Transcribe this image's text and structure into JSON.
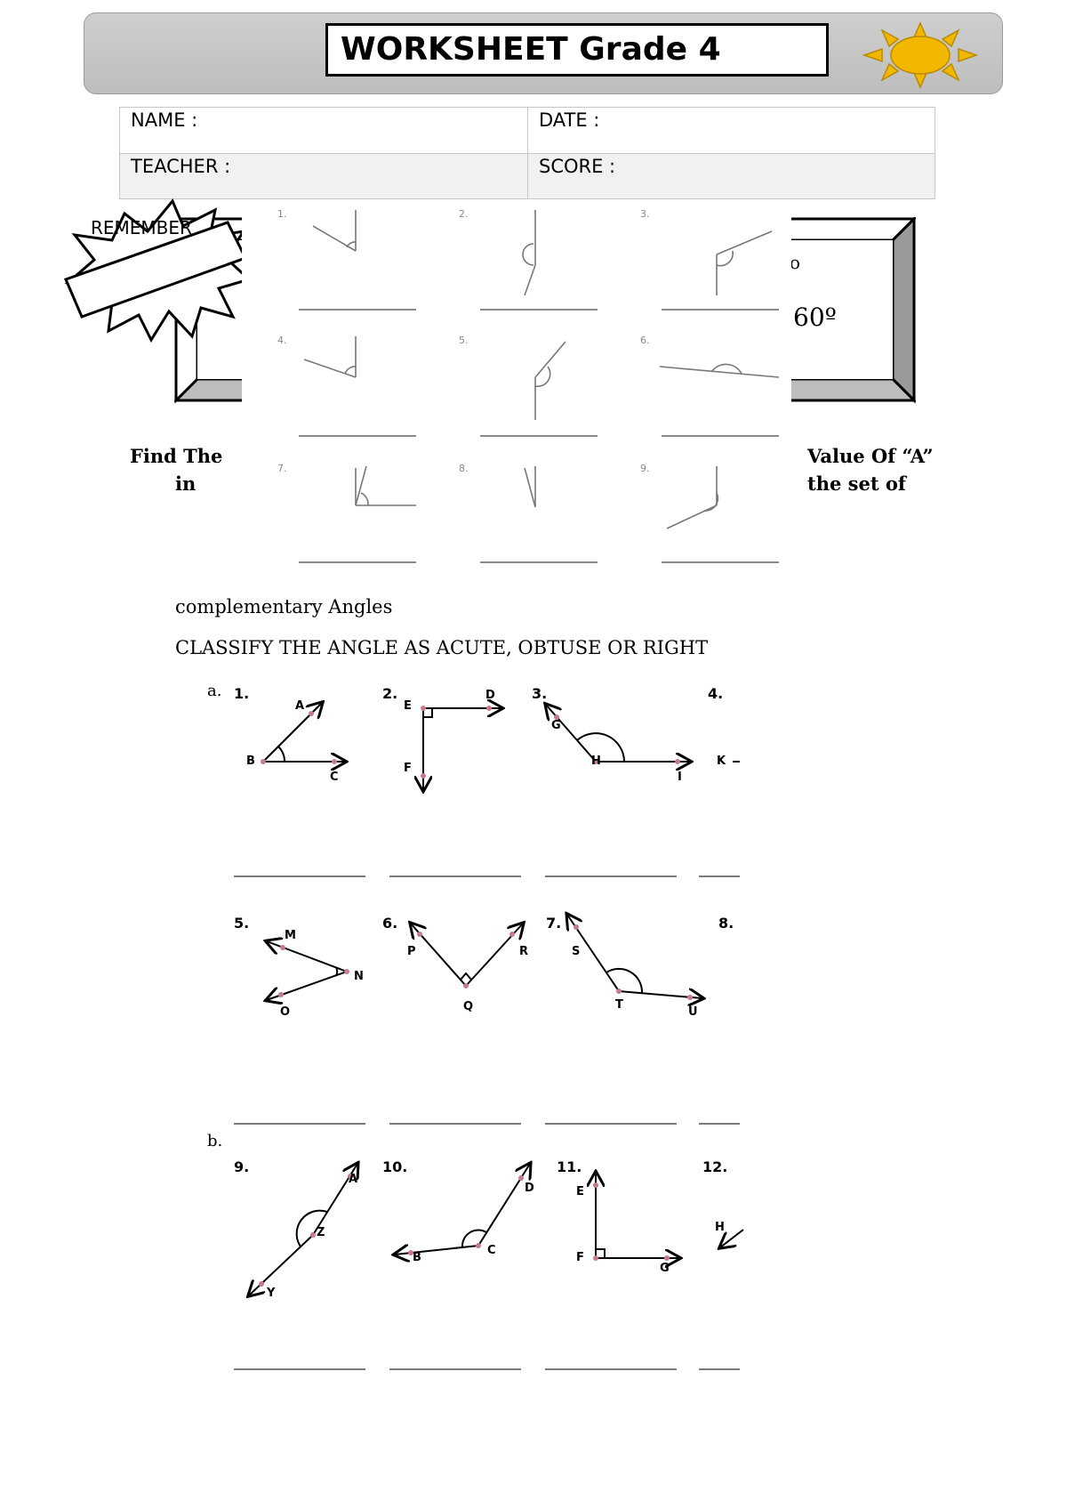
{
  "header": {
    "title": "WORKSHEET Grade 4",
    "sun_icon": "sun-icon",
    "sun_color": "#f2b800"
  },
  "info": {
    "name_label": "NAME :",
    "date_label": "DATE :",
    "teacher_label": "TEACHER :",
    "score_label": "SCORE :"
  },
  "remember": {
    "badge_text": "REMEMBER",
    "frame_degree_top": "o",
    "frame_degree_value": "60º"
  },
  "find_text": {
    "left_line1": "Find The",
    "left_line2": "in",
    "right_line1": "Value Of “A”",
    "right_line2": "the set of"
  },
  "overlay_grid": {
    "numbers": [
      "1.",
      "2.",
      "3.",
      "4.",
      "5.",
      "6.",
      "7.",
      "8.",
      "9."
    ]
  },
  "body_text": {
    "complementary": "complementary Angles",
    "instruction": "CLASSIFY THE ANGLE AS ACUTE, OBTUSE OR RIGHT"
  },
  "section_a": {
    "marker": "a.",
    "numbers": [
      "1.",
      "2.",
      "3.",
      "4.",
      "5.",
      "6.",
      "7.",
      "8."
    ],
    "labels": {
      "q1": [
        "A",
        "B",
        "C"
      ],
      "q2": [
        "E",
        "D",
        "F"
      ],
      "q3": [
        "G",
        "H",
        "I"
      ],
      "q4": [
        "K"
      ],
      "q5": [
        "M",
        "N",
        "O"
      ],
      "q6": [
        "P",
        "R",
        "Q"
      ],
      "q7": [
        "S",
        "T",
        "U"
      ]
    }
  },
  "section_b": {
    "marker": "b.",
    "numbers": [
      "9.",
      "10.",
      "11.",
      "12."
    ],
    "labels": {
      "q9": [
        "A",
        "Z",
        "Y"
      ],
      "q10": [
        "D",
        "C",
        "B"
      ],
      "q11": [
        "E",
        "F",
        "G"
      ],
      "q12": [
        "H"
      ]
    }
  }
}
